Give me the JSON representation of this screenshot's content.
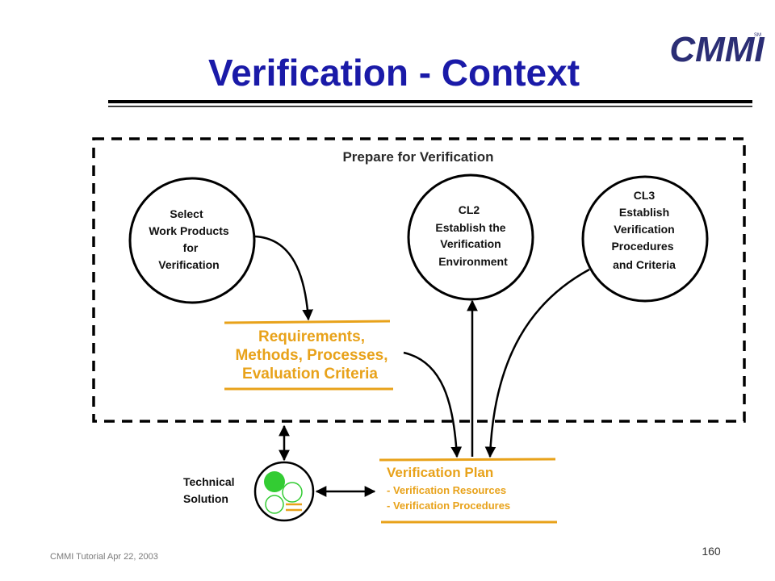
{
  "slide": {
    "title": "Verification - Context",
    "logo_text": "CMMI",
    "logo_tm": "SM",
    "footer": "CMMI Tutorial Apr 22, 2003",
    "page_number": "160"
  },
  "diagram": {
    "box_title": "Prepare for Verification",
    "circle_select": [
      "Select",
      "Work Products",
      "for",
      "Verification"
    ],
    "circle_cl2": [
      "CL2",
      "Establish the",
      "Verification",
      "Environment"
    ],
    "circle_cl3": [
      "CL3",
      "Establish",
      "Verification",
      "Procedures",
      "and Criteria"
    ],
    "requirements": [
      "Requirements,",
      "Methods, Processes,",
      "Evaluation Criteria"
    ],
    "verification_plan": {
      "title": "Verification Plan",
      "items": [
        "- Verification Resources",
        "- Verification Procedures"
      ]
    },
    "technical_solution": [
      "Technical",
      "Solution"
    ]
  },
  "colors": {
    "title": "#1a1aa8",
    "accent_orange": "#e8a21a",
    "logo": "#2b2e75",
    "tech_green": "#33cc33"
  }
}
